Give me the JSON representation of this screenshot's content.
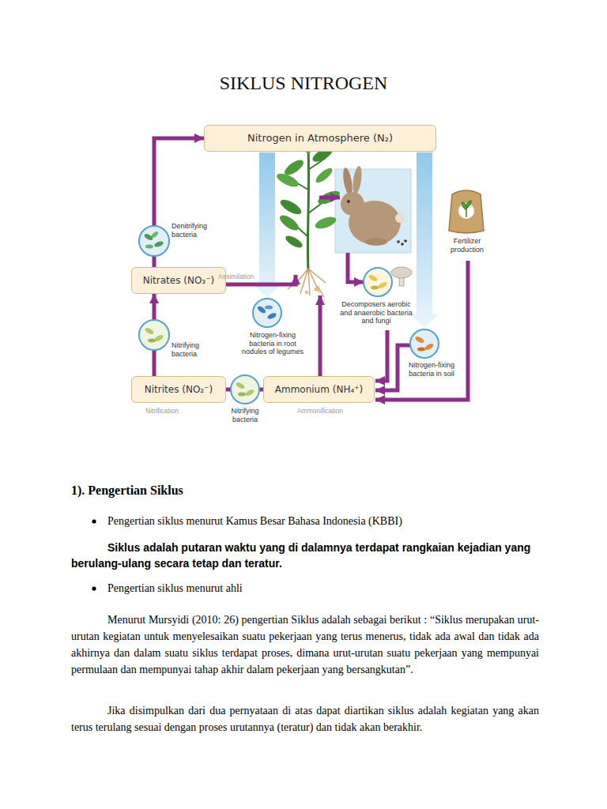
{
  "diagram": {
    "title": "SIKLUS NITROGEN",
    "nodes": [
      {
        "text": [
          "Nitrogen in Atmosphere (N₂)"
        ]
      },
      {
        "text": [
          "Nitrates (NO₃⁻)"
        ]
      },
      {
        "text": [
          "Nitrites (NO₂⁻)"
        ]
      },
      {
        "text": [
          "Ammonium (NH₄⁺)"
        ]
      }
    ],
    "edges": [
      {
        "from": 1,
        "to": 0,
        "arrow": "to"
      },
      {
        "from": 2,
        "to": 1,
        "arrow": "to"
      },
      {
        "from": 3,
        "to": 2,
        "arrow": "to"
      }
    ],
    "labels": [
      "Denitrifying bacteria",
      "Assimilation",
      "Nitrifying bacteria",
      "Nitrogen-fixing bacteria in root nodules of legumes",
      "Decomposers aerobic and anaerobic bacteria and fungi",
      "Fertilizer production",
      "Nitrogen-fixing bacteria in soil",
      "Nitrification",
      "Nitrifying bacteria",
      "Ammonification",
      "1). Pengertian Siklus",
      "Pengertian siklus menurut Kamus Besar Bahasa Indonesia (KBBI)",
      "Siklus adalah putaran waktu yang di dalamnya terdapat rangkaian kejadian yang berulang-ulang secara tetap dan teratur.",
      "Pengertian siklus menurut ahli",
      "Menurut Mursyidi (2010: 26) pengertian Siklus adalah sebagai berikut : “Siklus merupakan urut- urutan kegiatan untuk menyelesaikan suatu pekerjaan yang terus menerus, tidak ada awal dan tidak ada akhirnya dan dalam suatu siklus terdapat proses, dimana urut-urutan suatu pekerjaan yang mempunyai permulaan dan mempunyai tahap akhir dalam pekerjaan yang bersangkutan”.",
      "Jika disimpulkan dari dua pernyataan di atas dapat diartikan siklus adalah kegiatan yang akan terus terulang sesuai dengan proses urutannya (teratur) dan tidak akan berakhir."
    ]
  }
}
